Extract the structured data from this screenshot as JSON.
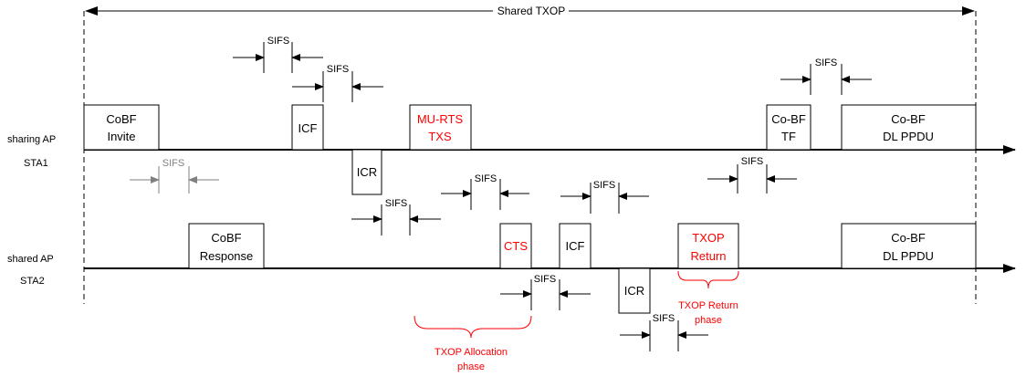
{
  "header": {
    "shared_txop": "Shared TXOP"
  },
  "lines": {
    "top_label_1": "sharing AP",
    "top_label_2": "STA1",
    "bottom_label_1": "shared AP",
    "bottom_label_2": "STA2"
  },
  "frames": {
    "cobf_invite": [
      "CoBF",
      "Invite"
    ],
    "icf_1": [
      "ICF"
    ],
    "icr_1": [
      "ICR"
    ],
    "mu_rts_txs": [
      "MU-RTS",
      "TXS"
    ],
    "cobf_tf": [
      "Co-BF",
      "TF"
    ],
    "cobf_dl_ppdu_1": [
      "Co-BF",
      "DL PPDU"
    ],
    "cobf_response": [
      "CoBF",
      "Response"
    ],
    "cts": [
      "CTS"
    ],
    "icf_2": [
      "ICF"
    ],
    "icr_2": [
      "ICR"
    ],
    "txop_return": [
      "TXOP",
      "Return"
    ],
    "cobf_dl_ppdu_2": [
      "Co-BF",
      "DL PPDU"
    ]
  },
  "sifs": "SIFS",
  "phases": {
    "allocation": [
      "TXOP Allocation",
      "phase"
    ],
    "return": [
      "TXOP Return",
      "phase"
    ]
  },
  "colors": {
    "accent": "#ff0000",
    "gray": "#808080",
    "ink": "#000000"
  }
}
